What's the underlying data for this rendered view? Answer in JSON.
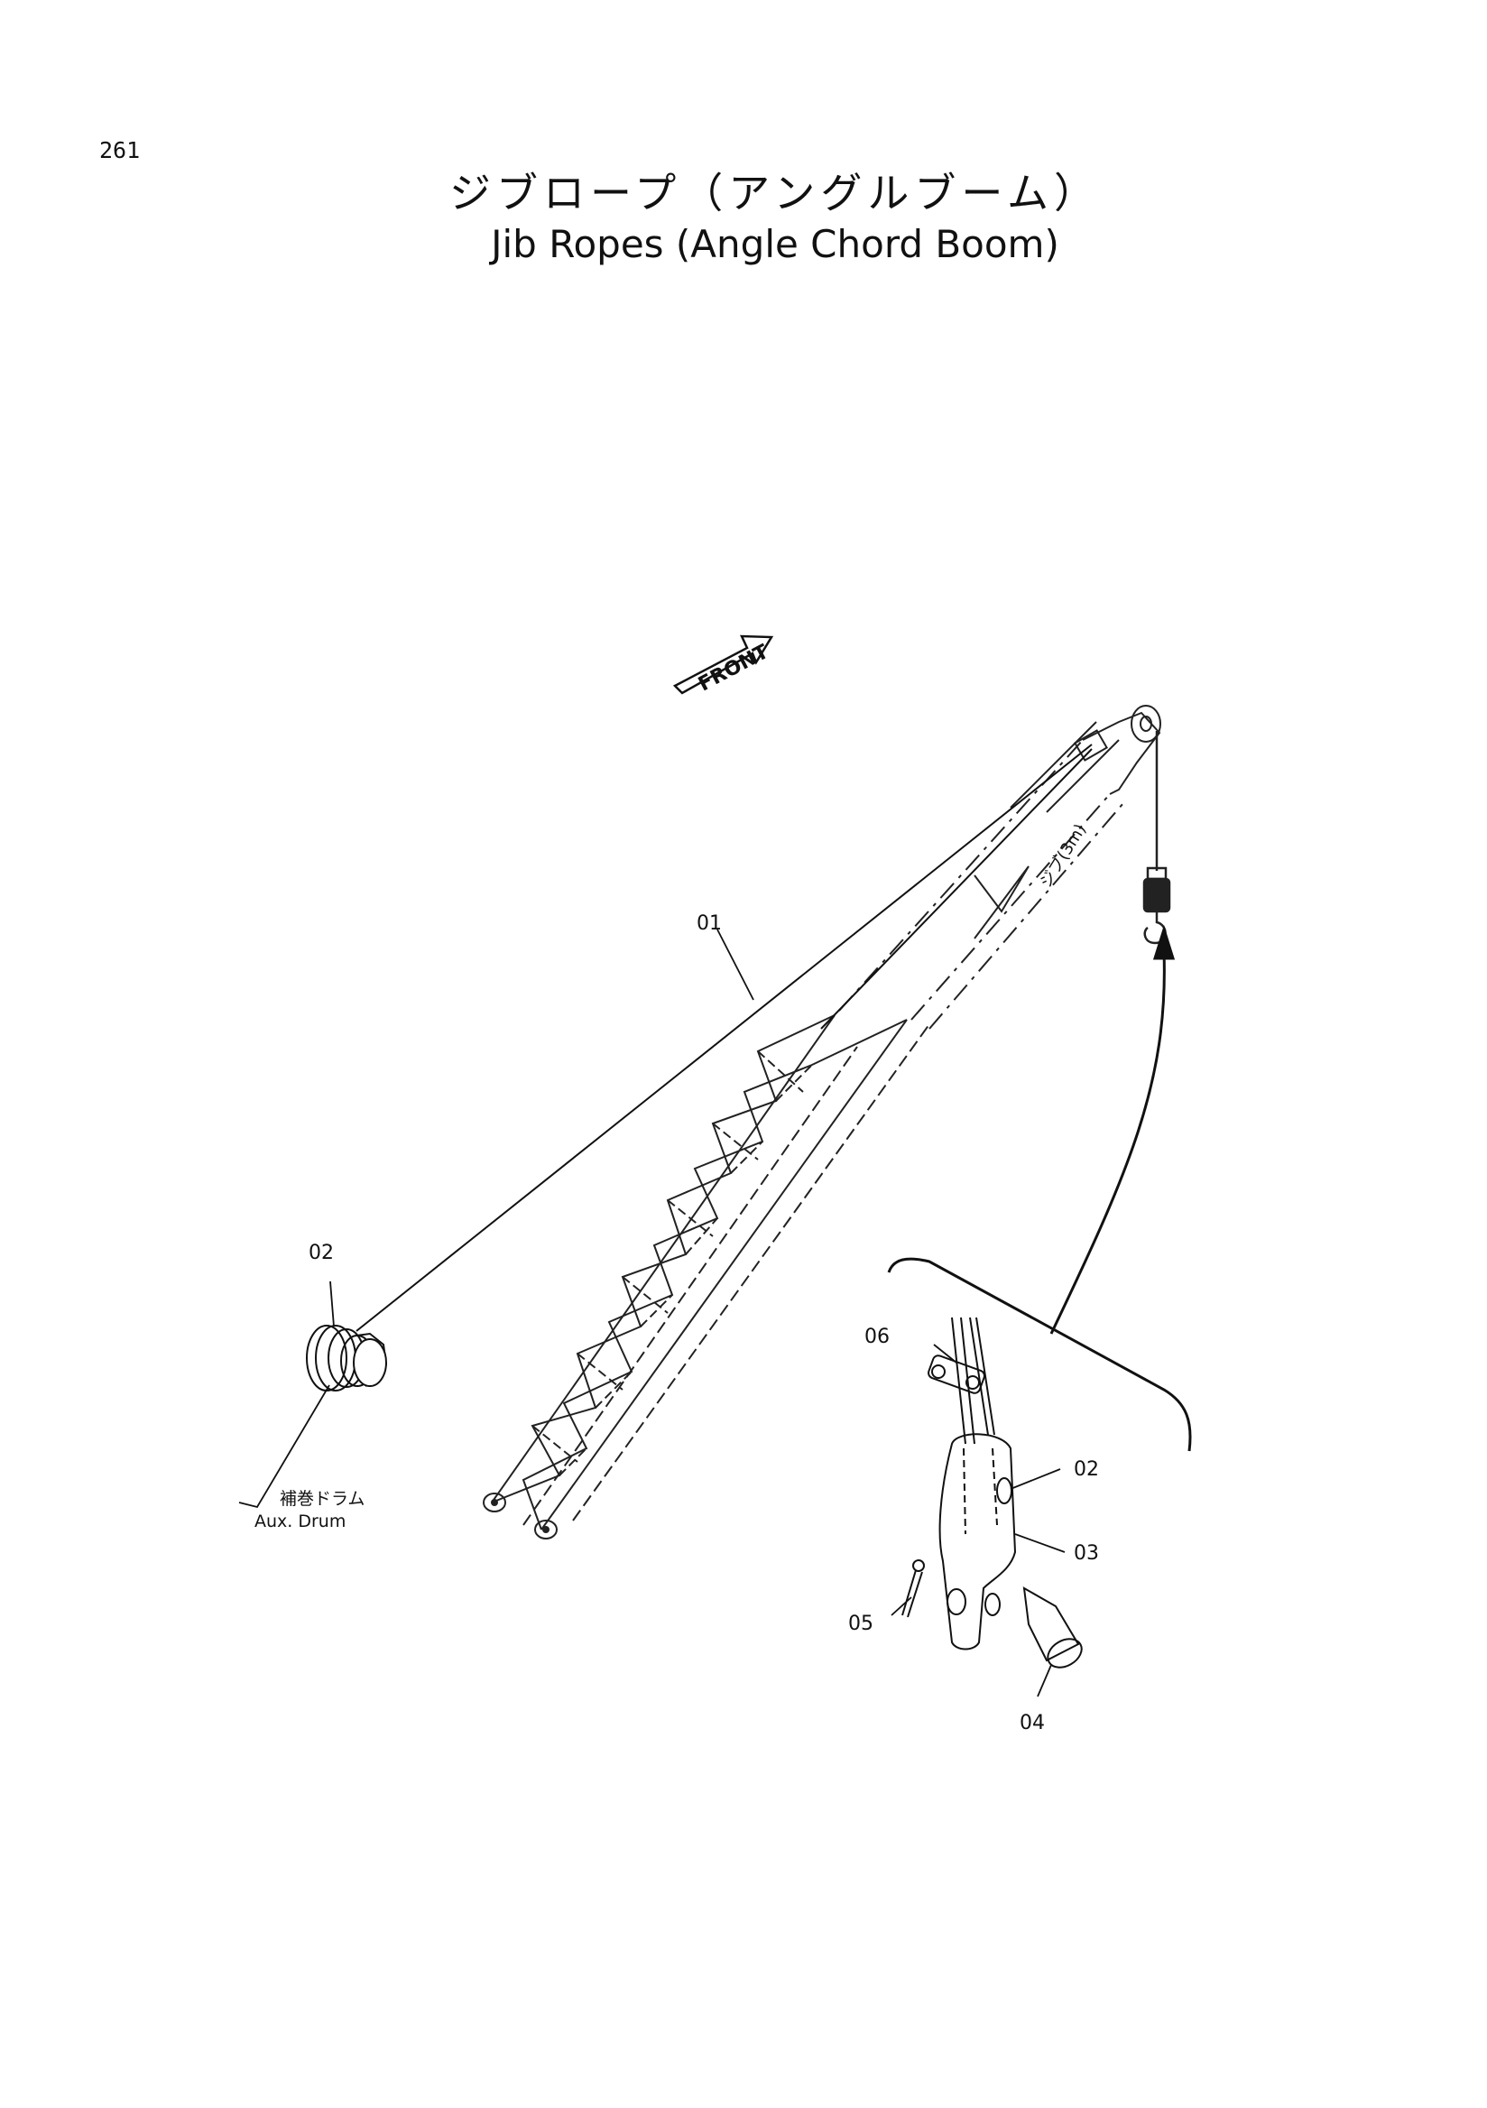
{
  "page": {
    "number": "261"
  },
  "title": {
    "japanese": "ジブロープ（アングルブーム）",
    "english": "Jib Ropes (Angle Chord Boom)"
  },
  "direction_marker": {
    "text": "FRONT"
  },
  "boom_stencil": {
    "text": "ジブ(3m)"
  },
  "callouts": [
    {
      "id": "rope",
      "label": "01"
    },
    {
      "id": "drum",
      "label": "02"
    },
    {
      "id": "pin-detail",
      "label": "02"
    },
    {
      "id": "socket",
      "label": "03"
    },
    {
      "id": "pin",
      "label": "04"
    },
    {
      "id": "cotter-pin",
      "label": "05"
    },
    {
      "id": "wire-clip",
      "label": "06"
    }
  ],
  "drum_label": {
    "japanese": "補巻ドラム",
    "english": "Aux. Drum"
  }
}
